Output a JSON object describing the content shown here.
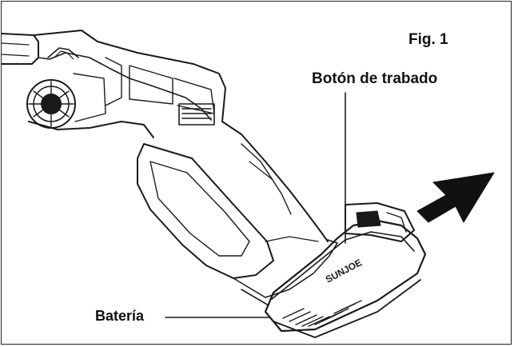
{
  "figure": {
    "number_label": "Fig. 1"
  },
  "callouts": {
    "lock_button": "Botón de trabado",
    "battery": "Batería"
  },
  "battery_brand": "SUNJOE",
  "colors": {
    "line": "#1a1a1a",
    "arrow": "#111111",
    "background": "#ffffff"
  }
}
